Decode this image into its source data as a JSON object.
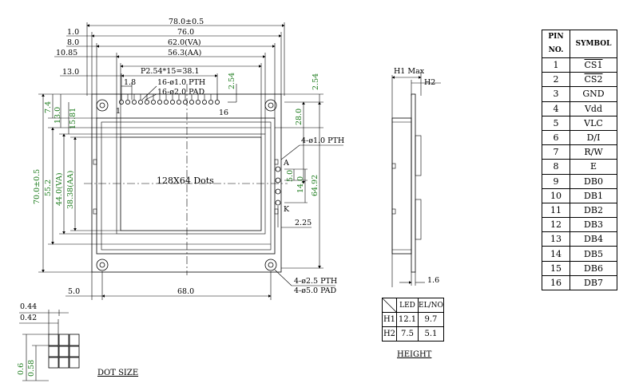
{
  "front_view": {
    "dims_top": [
      "78.0±0.5",
      "1.0",
      "76.0",
      "8.0",
      "62.0(VA)",
      "10.85",
      "56.3(AA)",
      "13.0",
      "P2.54*15=38.1",
      "1.8",
      "16-ø1.0 PTH",
      "16-ø2.0 PAD",
      "2.54"
    ],
    "dims_left": [
      "70.0±0.5",
      "7.4",
      "13.0",
      "15.81",
      "55.2",
      "44.0(VA)",
      "38.38(AA)"
    ],
    "dims_right": [
      "2.54",
      "28.0",
      "4-ø1.0 PTH",
      "5.0",
      "14.0",
      "64.92",
      "2.25"
    ],
    "dims_bottom": [
      "5.0",
      "68.0",
      "4-ø2.5 PTH",
      "4-ø5.0 PAD"
    ],
    "pin_labels": {
      "first": "1",
      "last": "16",
      "a": "A",
      "k": "K"
    },
    "display_label": "128X64 Dots"
  },
  "side_view": {
    "h1_label": "H1 Max",
    "h2_label": "H2",
    "thickness": "1.6"
  },
  "dot_size": {
    "dims": [
      "0.44",
      "0.42",
      "0.6",
      "0.58"
    ],
    "caption": "DOT SIZE"
  },
  "height_table": {
    "headers": [
      "",
      "LED",
      "EL/NO"
    ],
    "rows": [
      {
        "label": "H1",
        "led": "12.1",
        "elno": "9.7"
      },
      {
        "label": "H2",
        "led": "7.5",
        "elno": "5.1"
      }
    ],
    "caption": "HEIGHT"
  },
  "pin_table": {
    "headers": [
      "PIN NO.",
      "SYMBOL"
    ],
    "rows": [
      {
        "pin": "1",
        "symbol": "CS1"
      },
      {
        "pin": "2",
        "symbol": "CS2"
      },
      {
        "pin": "3",
        "symbol": "GND"
      },
      {
        "pin": "4",
        "symbol": "Vdd"
      },
      {
        "pin": "5",
        "symbol": "VLC"
      },
      {
        "pin": "6",
        "symbol": "D/I"
      },
      {
        "pin": "7",
        "symbol": "R/W"
      },
      {
        "pin": "8",
        "symbol": "E"
      },
      {
        "pin": "9",
        "symbol": "DB0"
      },
      {
        "pin": "10",
        "symbol": "DB1"
      },
      {
        "pin": "11",
        "symbol": "DB2"
      },
      {
        "pin": "12",
        "symbol": "DB3"
      },
      {
        "pin": "13",
        "symbol": "DB4"
      },
      {
        "pin": "14",
        "symbol": "DB5"
      },
      {
        "pin": "15",
        "symbol": "DB6"
      },
      {
        "pin": "16",
        "symbol": "DB7"
      }
    ]
  },
  "colors": {
    "line": "#000000",
    "green_dim": "#1a7a1a"
  }
}
